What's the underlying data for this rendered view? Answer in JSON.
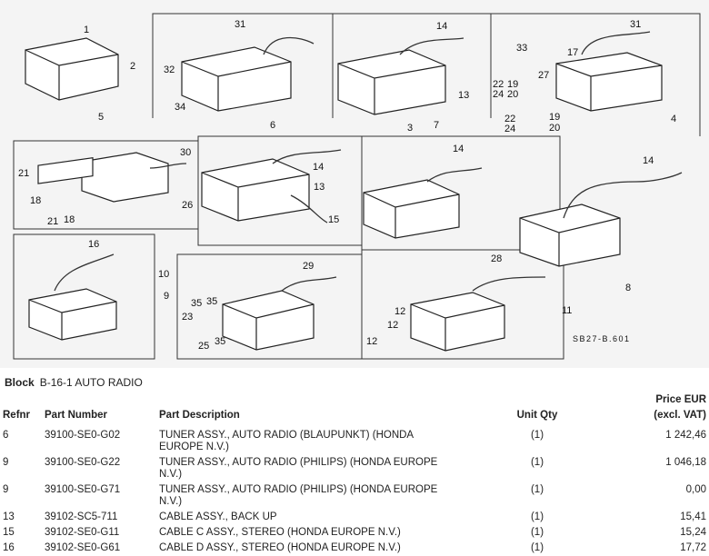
{
  "diagram": {
    "code": "SB27-B.601",
    "callouts": [
      "1",
      "2",
      "32",
      "34",
      "31",
      "14",
      "3",
      "13",
      "7",
      "33",
      "31",
      "17",
      "27",
      "22",
      "24",
      "19",
      "20",
      "22",
      "24",
      "19",
      "20",
      "4",
      "5",
      "30",
      "21",
      "18",
      "21",
      "18",
      "26",
      "6",
      "14",
      "13",
      "15",
      "14",
      "14",
      "8",
      "16",
      "9",
      "10",
      "29",
      "35",
      "35",
      "23",
      "25",
      "35",
      "28",
      "11",
      "12",
      "12",
      "12"
    ]
  },
  "block": {
    "label": "Block",
    "value": "B-16-1 AUTO RADIO"
  },
  "table": {
    "headers": {
      "refnr": "Refnr",
      "part_number": "Part Number",
      "description": "Part Description",
      "qty": "Unit Qty",
      "price_line1": "Price EUR",
      "price_line2": "(excl. VAT)"
    },
    "rows": [
      {
        "refnr": "6",
        "part_number": "39100-SE0-G02",
        "description": "TUNER ASSY., AUTO RADIO (BLAUPUNKT) (HONDA EUROPE N.V.)",
        "qty": "(1)",
        "price": "1 242,46"
      },
      {
        "refnr": "9",
        "part_number": "39100-SE0-G22",
        "description": "TUNER ASSY., AUTO RADIO (PHILIPS) (HONDA EUROPE N.V.)",
        "qty": "(1)",
        "price": "1 046,18"
      },
      {
        "refnr": "9",
        "part_number": "39100-SE0-G71",
        "description": "TUNER ASSY., AUTO RADIO (PHILIPS) (HONDA EUROPE N.V.)",
        "qty": "(1)",
        "price": "0,00"
      },
      {
        "refnr": "13",
        "part_number": "39102-SC5-711",
        "description": "CABLE ASSY., BACK UP",
        "qty": "(1)",
        "price": "15,41"
      },
      {
        "refnr": "15",
        "part_number": "39102-SE0-G11",
        "description": "CABLE C ASSY., STEREO (HONDA EUROPE N.V.)",
        "qty": "(1)",
        "price": "15,24"
      },
      {
        "refnr": "16",
        "part_number": "39102-SE0-G61",
        "description": "CABLE D ASSY., STEREO (HONDA EUROPE N.V.)",
        "qty": "(1)",
        "price": "17,72"
      }
    ]
  }
}
